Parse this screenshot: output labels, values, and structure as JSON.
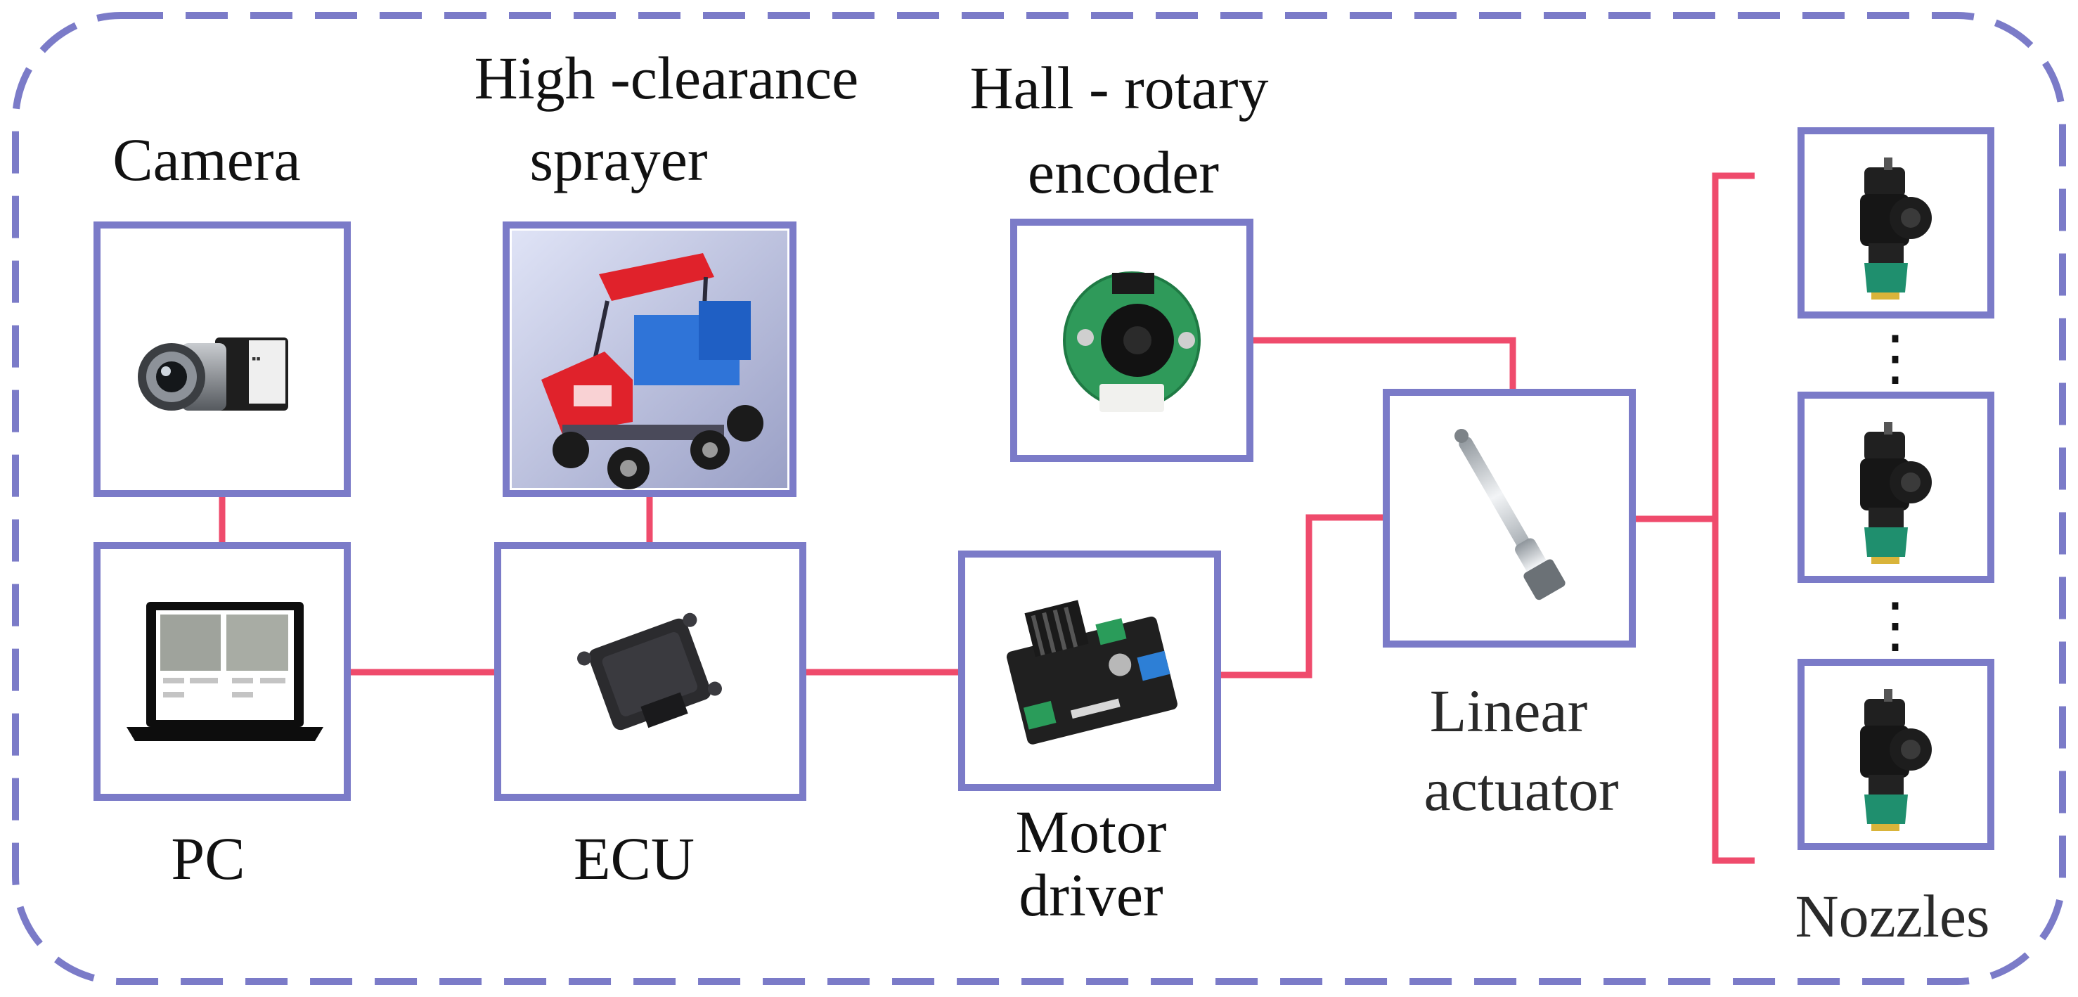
{
  "colors": {
    "frame": "#7b7bc8",
    "box": "#7b7bc8",
    "wire": "#ef4b6c",
    "text": "#111111"
  },
  "labels": {
    "camera": "Camera",
    "sprayer_line1": "High -clearance",
    "sprayer_line2": "sprayer",
    "encoder_line1": "Hall - rotary",
    "encoder_line2": "encoder",
    "pc": "PC",
    "ecu": "ECU",
    "motor_line1": "Motor",
    "motor_line2": "driver",
    "actuator_line1": "Linear",
    "actuator_line2": "actuator",
    "nozzles": "Nozzles"
  },
  "nozzle_separator": "⋮",
  "icons": {
    "camera": "industrial-camera-icon",
    "sprayer": "high-clearance-sprayer-icon",
    "encoder": "rotary-encoder-board-icon",
    "pc": "laptop-icon",
    "ecu": "ecu-module-icon",
    "motor": "motor-driver-board-icon",
    "actuator": "linear-actuator-icon",
    "nozzle": "spray-nozzle-icon"
  }
}
